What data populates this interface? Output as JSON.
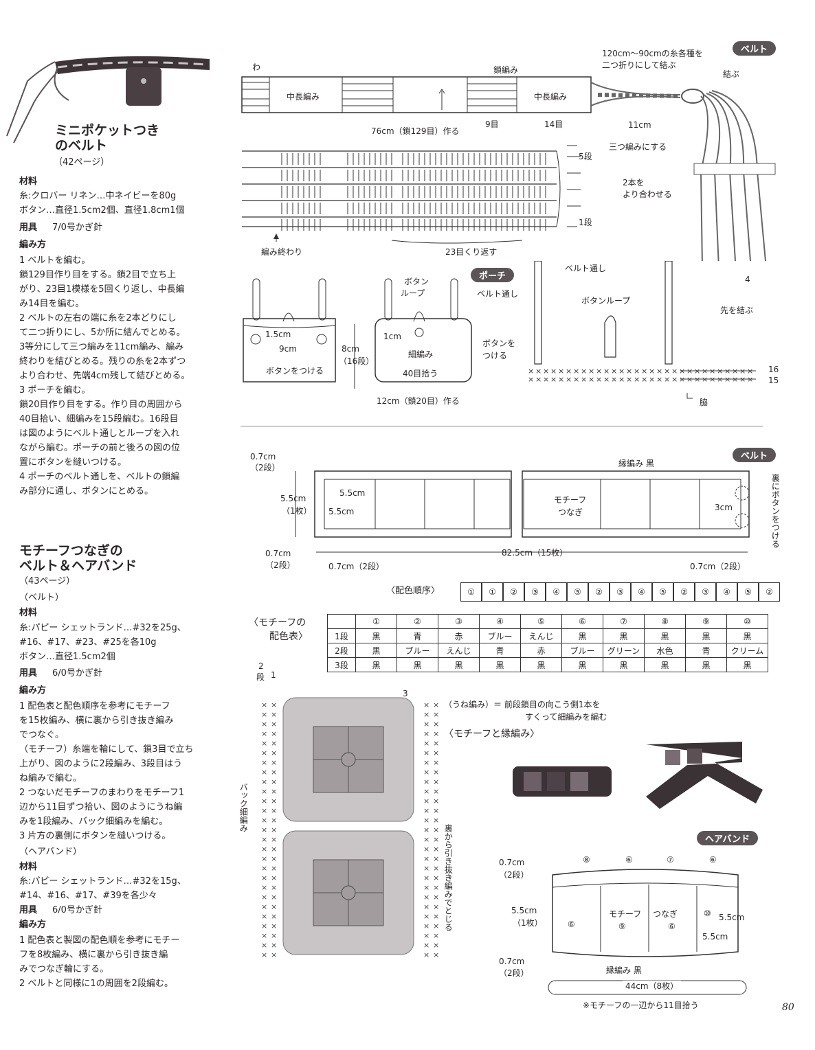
{
  "left1": {
    "title_line1": "ミニポケットつき",
    "title_line2": "のベルト",
    "page_ref": "（42ページ）",
    "materials_h": "材料",
    "materials": [
      "糸:クロバー リネン…中ネイビーを80g",
      "ボタン…直径1.5cm2個、直径1.8cm1個"
    ],
    "tools_h": "用具",
    "tools": "7/0号かぎ針",
    "method_h": "編み方",
    "method": [
      "1 ベルトを編む。",
      "鎖129目作り目をする。鎖2目で立ち上",
      "がり、23目1模様を5回くり返し、中長編",
      "み14目を編む。",
      "2 ベルトの左右の端に糸を2本どりにし",
      "て二つ折りにし、5か所に結んでとめる。",
      "3等分にして三つ編みを11cm編み、編み",
      "終わりを結びとめる。残りの糸を2本ずつ",
      "より合わせ、先端4cm残して結びとめる。",
      "3 ポーチを編む。",
      "鎖20目作り目をする。作り目の周囲から",
      "40目拾い、細編みを15段編む。16段目",
      "は図のようにベルト通しとループを入れ",
      "ながら編む。ポーチの前と後ろの図の位",
      "置にボタンを縫いつける。",
      "4 ポーチのベルト通しを、ベルトの鎖編",
      "み部分に通し、ボタンにとめる。"
    ]
  },
  "left2": {
    "title_line1": "モチーフつなぎの",
    "title_line2": "ベルト＆ヘアバンド",
    "page_ref": "（43ページ）",
    "belt_h": "（ベルト）",
    "materials_h": "材料",
    "materials": [
      "糸:パピー シェットランド…#32を25g、",
      "#16、#17、#23、#25を各10g",
      "ボタン…直径1.5cm2個"
    ],
    "tools_h": "用具",
    "tools": "6/0号かぎ針",
    "method_h": "編み方",
    "method": [
      "1 配色表と配色順序を参考にモチーフ",
      "を15枚編み、横に裏から引き抜き編み",
      "でつなぐ。",
      "（モチーフ）糸端を輪にして、鎖3目で立ち",
      "上がり、図のように2段編み、3段目はう",
      "ね編みで編む。",
      "2 つないだモチーフのまわりをモチーフ1",
      "辺から11目ずつ拾い、図のようにうね編",
      "みを1段編み、バック細編みを編む。",
      "3 片方の裏側にボタンを縫いつける。"
    ],
    "hair_h": "（ヘアバンド）",
    "hair_materials_h": "材料",
    "hair_materials": [
      "糸:パピー シェットランド…#32を15g、",
      "#14、#16、#17、#39を各少々"
    ],
    "hair_tools_h": "用具",
    "hair_tools": "6/0号かぎ針",
    "hair_method_h": "編み方",
    "hair_method": [
      "1 配色表と製図の配色順を参考にモチー",
      "フを8枚編み、横に裏から引き抜き編",
      "みでつなぎ輪にする。",
      "2 ベルトと同様に1の周囲を2段編む。"
    ]
  },
  "belt1": {
    "pill": "ベルト",
    "wa": "わ",
    "kusari": "鎖編み",
    "chunaga_left": "中長編み",
    "chunaga_right": "中長編み",
    "yarn_note_1": "120cm〜90cmの糸各種を",
    "yarn_note_2": "二つ折りにして結ぶ",
    "musubu": "結ぶ",
    "dim_76": "76cm（鎖129目）作る",
    "dim_9": "9目",
    "dim_14": "14目",
    "dim_11": "11cm",
    "mitsuami": "三つ編みにする",
    "yoriawase_1": "2本を",
    "yoriawase_2": "より合わせる",
    "dan5": "5段",
    "dan1": "1段",
    "amiowari": "編み終わり",
    "kurikaesu": "23目くり返す",
    "four": "4",
    "saki": "先を結ぶ"
  },
  "pouch": {
    "pill": "ポーチ",
    "button_loop_1": "ボタン",
    "button_loop_2": "ループ",
    "belt_loop": "ベルト通し",
    "d15": "1.5cm",
    "d9": "9cm",
    "btn_tsukeru_left": "ボタンをつける",
    "d1": "1cm",
    "hosoami": "細編み",
    "hirou": "40目拾う",
    "h8": "8cm",
    "h16": "（16段）",
    "btn_tsukeru_1": "ボタンを",
    "btn_tsukeru_2": "つける",
    "width": "12cm（鎖20目）作る",
    "chart_belt_loop": "ベルト通し",
    "chart_button_loop": "ボタンループ",
    "r16": "16",
    "r15": "15",
    "waki": "脇"
  },
  "belt2": {
    "pill": "ベルト",
    "fuchi": "縁編み 黒",
    "top_07": "0.7cm",
    "top_2dan": "（2段）",
    "h55": "5.5cm",
    "h1mai": "（1枚）",
    "in_55a": "5.5cm",
    "in_55b": "5.5cm",
    "motif_1": "モチーフ",
    "motif_2": "つなぎ",
    "d3": "3cm",
    "ura_btn": "裏にボタンをつける",
    "bot_07": "0.7cm",
    "bot_2dan": "（2段）",
    "left_07": "0.7cm（2段）",
    "total": "82.5cm（15枚）",
    "right_07": "0.7cm（2段）"
  },
  "color_order": {
    "label": "〈配色順序〉",
    "items": [
      "①",
      "①",
      "②",
      "③",
      "④",
      "⑤",
      "②",
      "③",
      "④",
      "⑤",
      "②",
      "③",
      "④",
      "⑤",
      "②"
    ]
  },
  "color_table": {
    "label_1": "〈モチーフの",
    "label_2": "配色表〉",
    "header": [
      "",
      "①",
      "②",
      "③",
      "④",
      "⑤",
      "⑥",
      "⑦",
      "⑧",
      "⑨",
      "⑩"
    ],
    "rows": [
      [
        "1段",
        "黒",
        "青",
        "赤",
        "ブルー",
        "えんじ",
        "黒",
        "黒",
        "黒",
        "黒",
        "黒"
      ],
      [
        "2段",
        "黒",
        "ブルー",
        "えんじ",
        "青",
        "赤",
        "ブルー",
        "グリーン",
        "水色",
        "青",
        "クリーム"
      ],
      [
        "3段",
        "黒",
        "黒",
        "黒",
        "黒",
        "黒",
        "黒",
        "黒",
        "黒",
        "黒",
        "黒"
      ]
    ]
  },
  "motif_chart": {
    "dan2": "2",
    "dan_label": "段",
    "dan1": "1",
    "three": "3",
    "back_hosoami": "バック細編み",
    "hikinuki": "裏から引き抜き編みでとじる",
    "unami_1": "（うね編み）＝ 前段鎖目の向こう側1本を",
    "unami_2": "すくって細編みを編む",
    "motif_fuchi": "〈モチーフと縁編み〉"
  },
  "hairband": {
    "pill": "ヘアバンド",
    "top_nums": [
      "⑧",
      "⑥",
      "⑦",
      "⑥"
    ],
    "top_07": "0.7cm",
    "top_2dan": "（2段）",
    "h55": "5.5cm",
    "h1mai": "（1枚）",
    "bot_07": "0.7cm",
    "bot_2dan": "（2段）",
    "c6": "⑥",
    "motif_1": "モチーフ",
    "motif_9": "⑨",
    "tsunagi": "つなぎ",
    "tsunagi_6": "⑥",
    "c10": "⑩",
    "d55a": "5.5cm",
    "d55b": "5.5cm",
    "fuchi": "縁編み 黒",
    "total": "44cm（8枚）",
    "note": "※モチーフの一辺から11目拾う"
  },
  "page_number": "80"
}
